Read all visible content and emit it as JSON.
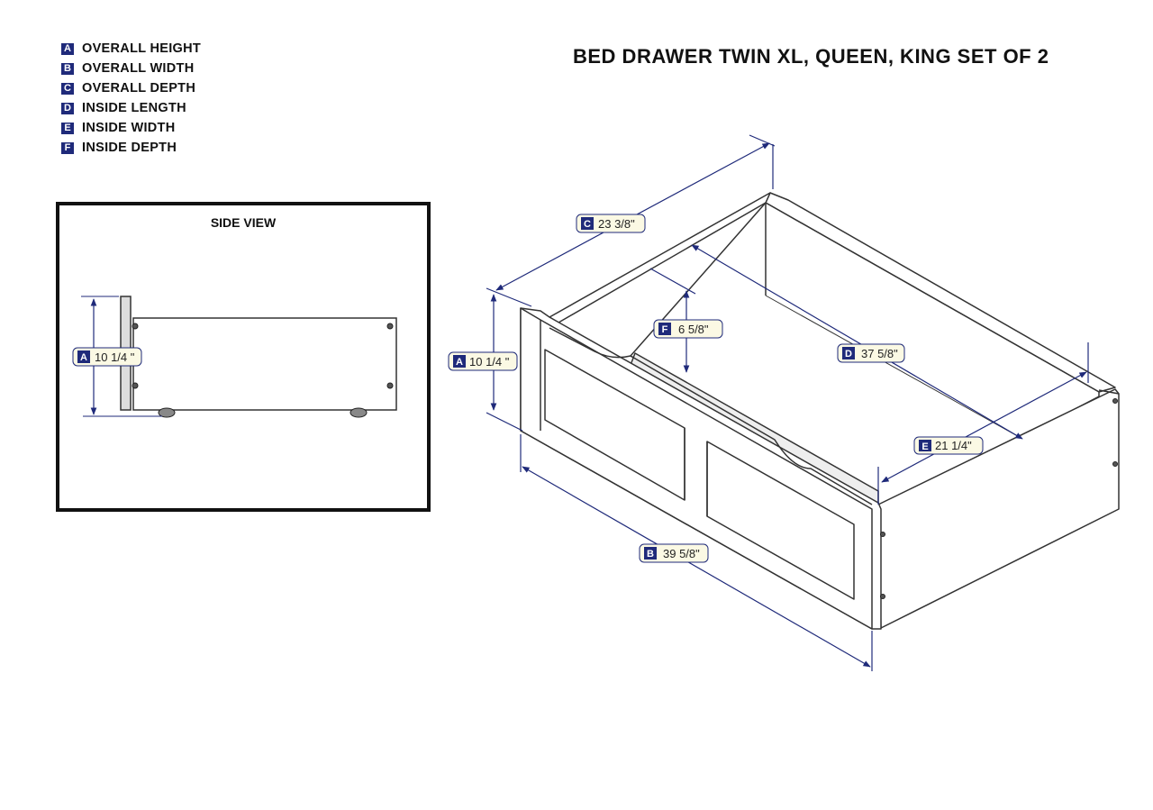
{
  "title": "BED DRAWER TWIN XL, QUEEN, KING SET OF 2",
  "legend": [
    {
      "key": "A",
      "label": "OVERALL HEIGHT"
    },
    {
      "key": "B",
      "label": "OVERALL WIDTH"
    },
    {
      "key": "C",
      "label": "OVERALL DEPTH"
    },
    {
      "key": "D",
      "label": "INSIDE LENGTH"
    },
    {
      "key": "E",
      "label": "INSIDE WIDTH"
    },
    {
      "key": "F",
      "label": "INSIDE DEPTH"
    }
  ],
  "side_view": {
    "title": "SIDE VIEW",
    "dimension": {
      "key": "A",
      "value": "10 1/4 \""
    }
  },
  "dimensions": {
    "A": "10 1/4 \"",
    "B": "39 5/8\"",
    "C": "23 3/8\"",
    "D": "37 5/8\"",
    "E": "21 1/4\"",
    "F": "6 5/8\""
  },
  "colors": {
    "accent": "#1f2a7a",
    "pill_fill": "#fbf9e4",
    "line": "#333333"
  }
}
